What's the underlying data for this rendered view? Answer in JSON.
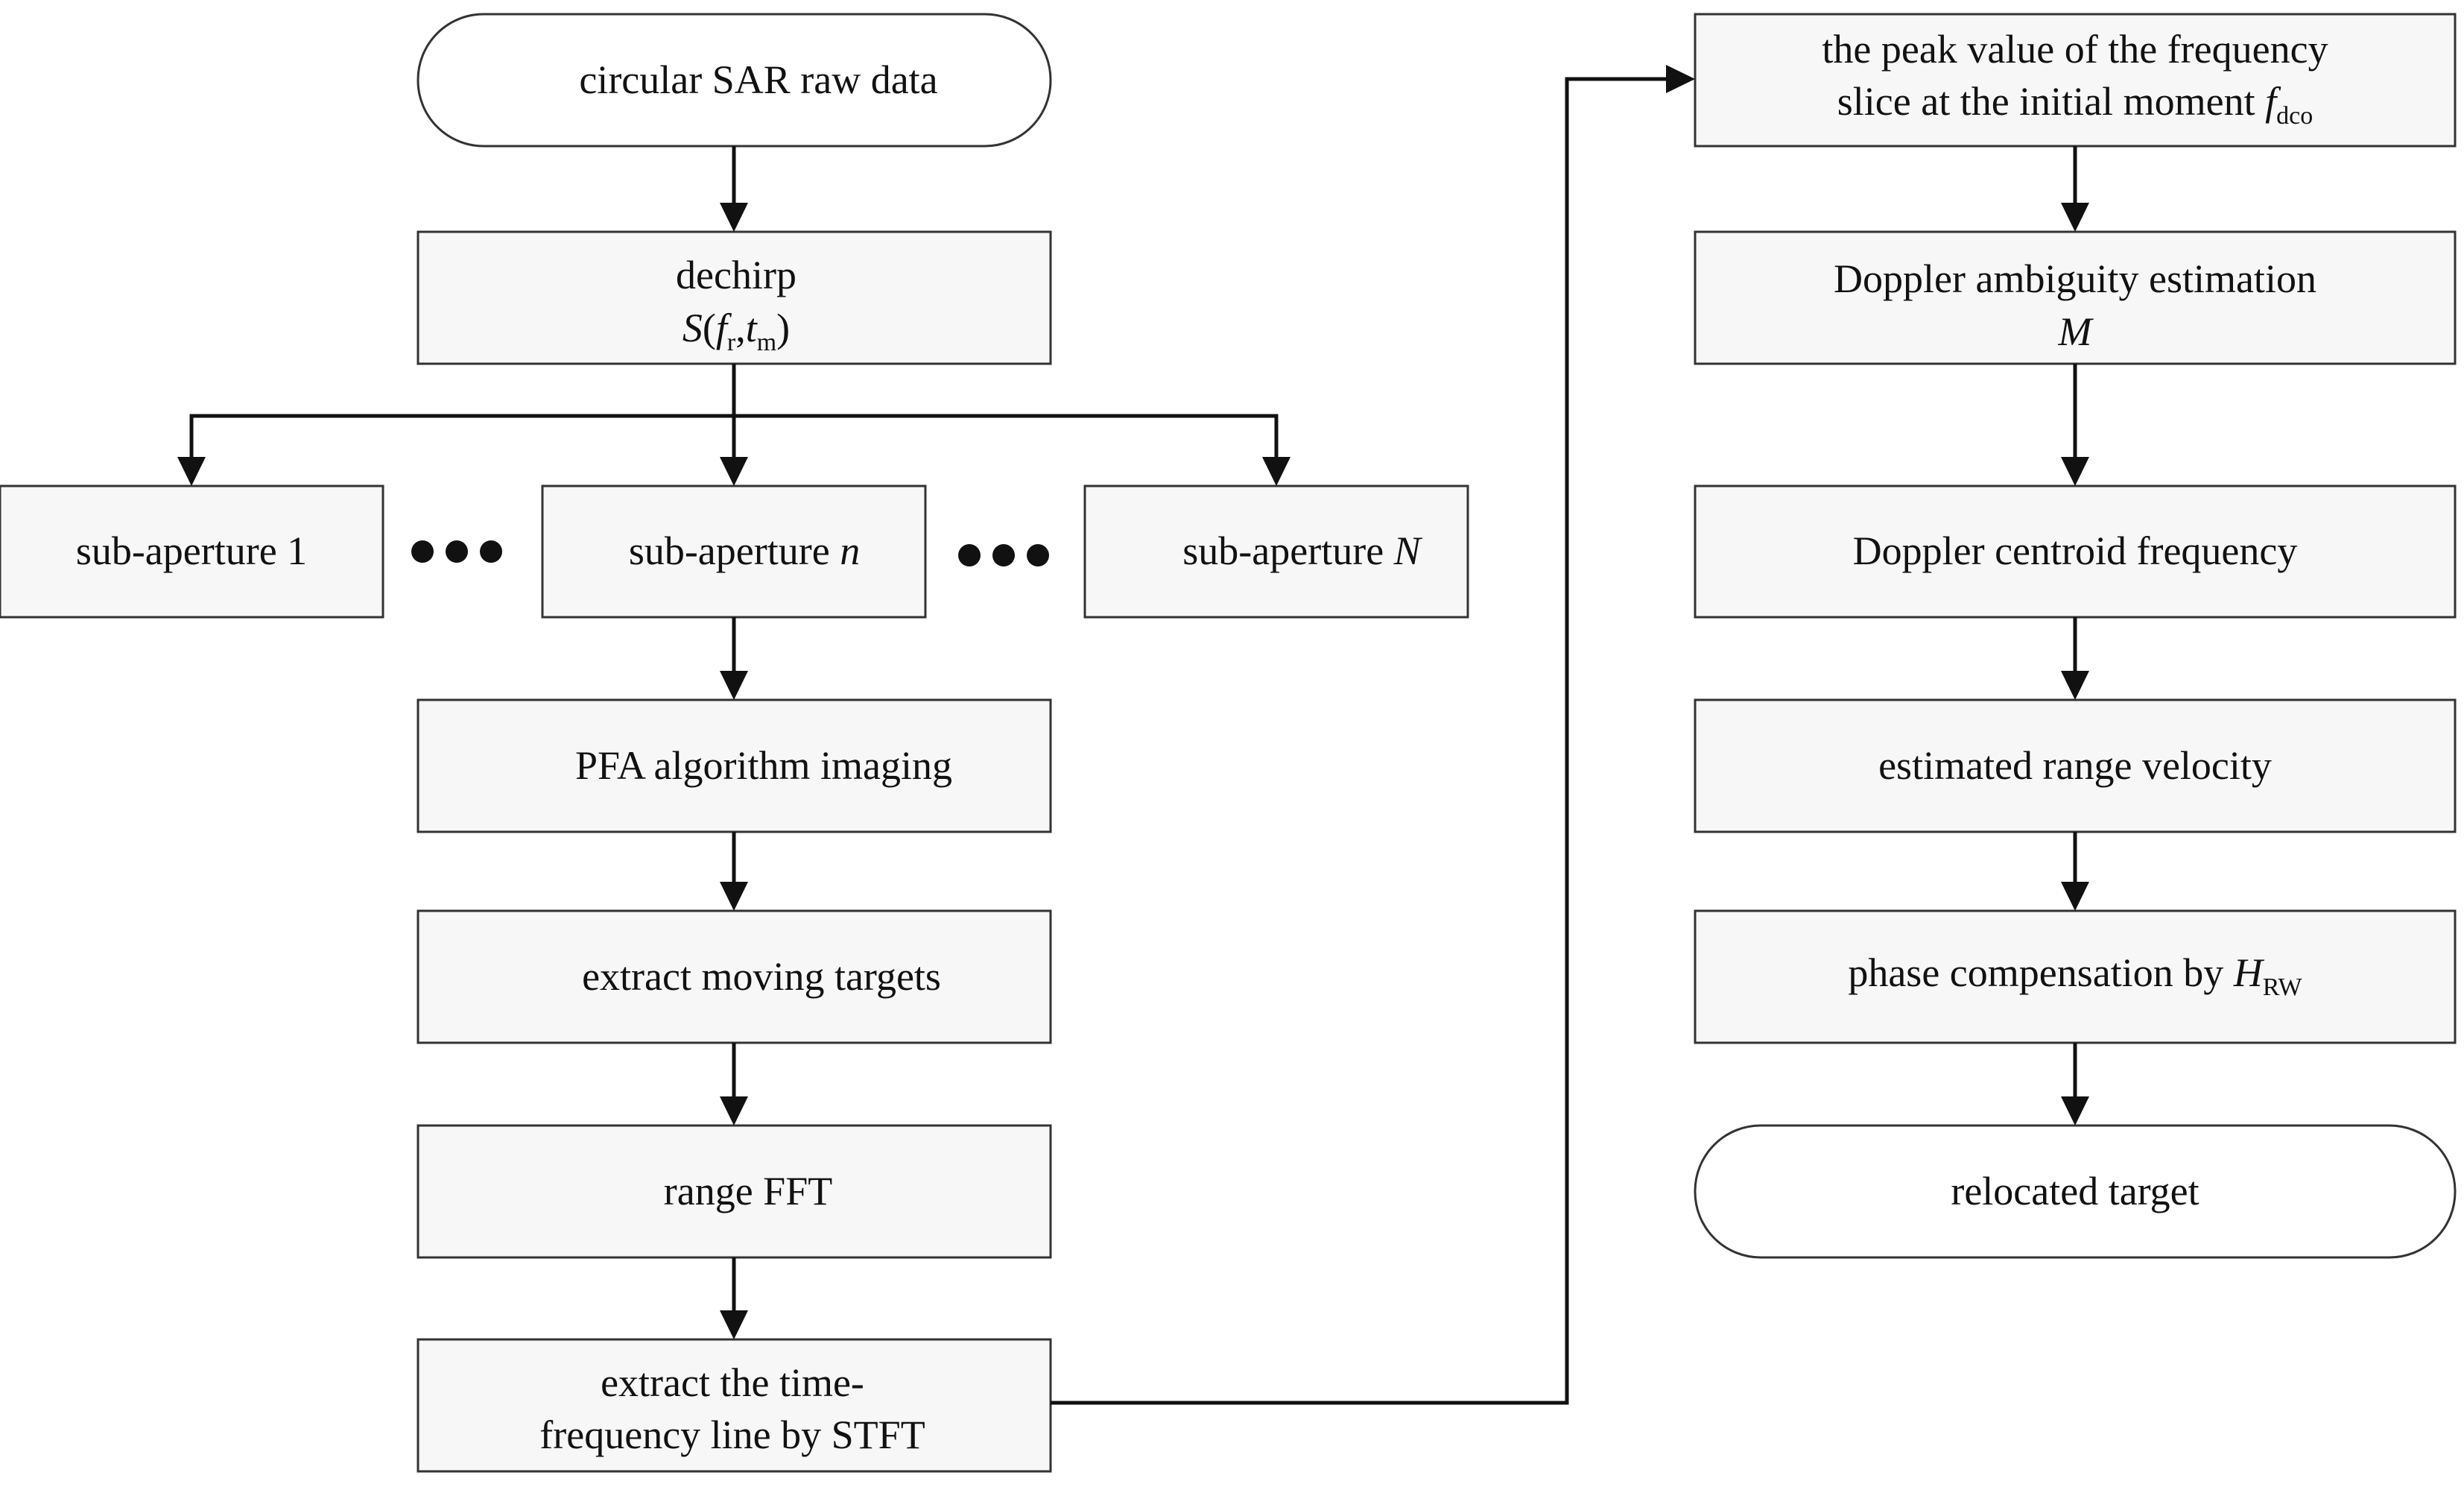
{
  "flowchart": {
    "start": "circular SAR raw data",
    "dechirp": {
      "line1": "dechirp",
      "expr": {
        "S": "S",
        "open": "(",
        "f": "f",
        "f_sub": "r",
        "comma": ",",
        "t": "t",
        "t_sub": "m",
        "close": ")"
      }
    },
    "sub_apertures": {
      "first": {
        "text": "sub-aperture 1"
      },
      "middle": {
        "text": "sub-aperture ",
        "var": "n"
      },
      "last": {
        "text": "sub-aperture ",
        "var": "N"
      }
    },
    "pfa": "PFA algorithm imaging",
    "extract_moving": "extract moving targets",
    "range_fft": "range FFT",
    "stft": {
      "line1": "extract the time-",
      "line2": "frequency line by STFT"
    },
    "peak": {
      "line1": "the peak value of the frequency",
      "line2": "slice at the initial moment ",
      "var": "f",
      "sub": "dco"
    },
    "doppler_ambiguity": {
      "line1": "Doppler ambiguity estimation",
      "var": "M"
    },
    "doppler_centroid": "Doppler centroid frequency",
    "range_velocity": "estimated range velocity",
    "phase_comp": {
      "text": "phase compensation by ",
      "var": "H",
      "sub": "RW"
    },
    "end": "relocated target"
  }
}
